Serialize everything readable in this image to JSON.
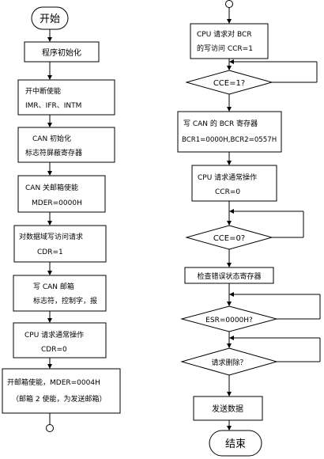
{
  "left_column": {
    "start": "开始",
    "init": "程序初始化",
    "interrupt": [
      "开中断使能",
      "IMR、IFR、INTM"
    ],
    "can_init": [
      "CAN 初始化",
      "标志符屏蔽寄存器"
    ],
    "mailbox_off": [
      "CAN 关邮箱使能",
      "MDER=0000H"
    ],
    "cdr_request": [
      "对数据域写访问请求",
      "CDR=1"
    ],
    "write_mailbox": [
      "写 CAN 邮箱",
      "标志符，控制字，报"
    ],
    "cpu_normal": [
      "CPU 请求通常操作",
      "CDR=0"
    ],
    "mailbox_on": [
      "开邮箱使能，MDER=0004H",
      "（邮箱 2 使能，为发送邮箱）"
    ]
  },
  "right_column": {
    "ccr_request": [
      "CPU 请求对 BCR",
      "的写访问 CCR=1"
    ],
    "ccr_check_1": "CCE=1?",
    "bcr_write": [
      "写 CAN 的 BCR 寄存器",
      "BCR1=0000H,BCR2=0557H"
    ],
    "cpu_normal": [
      "CPU 请求通常操作",
      "CCR=0"
    ],
    "ccr_check_0": "CCE=0?",
    "error_check": "检查错误状态寄存器",
    "esr_check": "ESR=0000H?",
    "send_check": "请求删除？",
    "send": "发送数据",
    "end": "结束"
  }
}
